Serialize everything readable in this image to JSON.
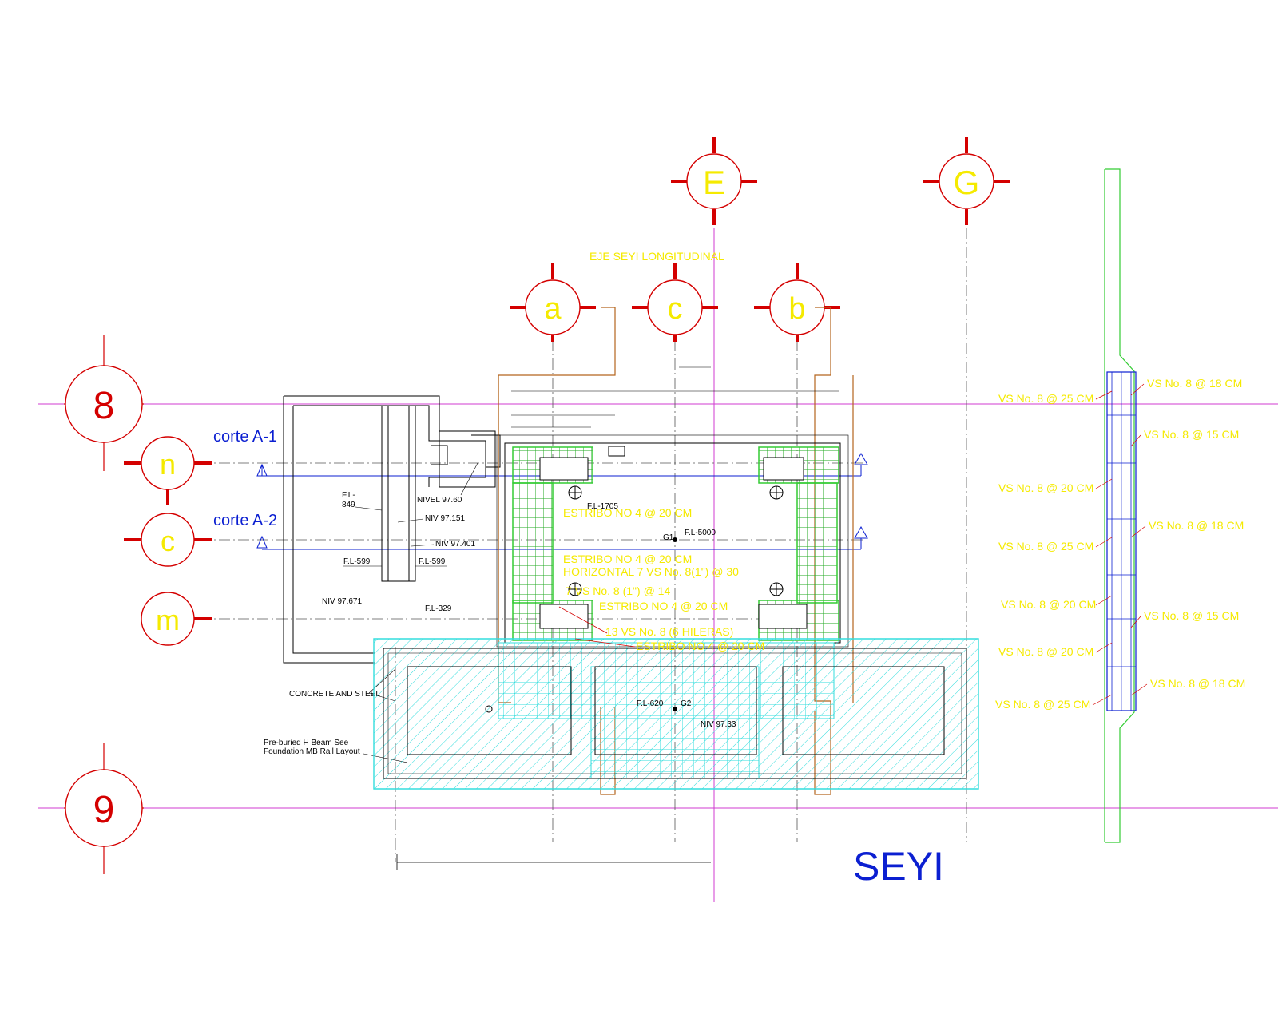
{
  "colors": {
    "grid_line": "#d13bd1",
    "bubble": "#d40000",
    "annotation_yellow": "#f5ea00",
    "section_blue": "#0b1fd1",
    "rebar_green": "#33cc33",
    "hatch_cyan": "#33dddd",
    "brown_outline": "#b5651d",
    "wall_green": "#33cc33"
  },
  "grid": {
    "row_bubbles": {
      "row_8": "8",
      "row_9": "9"
    },
    "col_bubbles": {
      "col_E": "E",
      "col_G": "G"
    },
    "sub_col_bubbles": {
      "a": "a",
      "c": "c",
      "b": "b"
    },
    "sub_row_bubbles": {
      "n": "n",
      "c": "c",
      "m": "m"
    }
  },
  "labels": {
    "axis_title": "EJE SEYI LONGITUDINAL",
    "section_1": "corte A-1",
    "section_2": "corte A-2",
    "drawing_title": "SEYI"
  },
  "pit_left": {
    "fl_849": "F.L-\n849",
    "fl_849_a": "F.L-",
    "fl_849_b": "849",
    "nivel_9760": "NIVEL 97.60",
    "niv_97151": "NIV 97.151",
    "niv_97401": "NIV 97.401",
    "fl_599_left": "F.L-599",
    "fl_599_right": "F.L-599",
    "niv_97671": "NIV 97.671",
    "fl_329": "F.L-329",
    "concrete": "CONCRETE AND STEEL",
    "preburied_1": "Pre-buried H Beam See",
    "preburied_2": "Foundation MB Rail Layout"
  },
  "main_pit": {
    "fl_1705": "F.L-1705",
    "g1": "G1",
    "fl_5000": "F.L-5000",
    "fl_620": "F.L-620",
    "g2": "G2",
    "niv_9733": "NIV 97.33",
    "rebar_notes": [
      "ESTRIBO NO 4 @ 20 CM",
      "ESTRIBO NO 4 @ 20 CM",
      "HORIZONTAL 7 VS No. 8(1\") @ 30",
      "7 VS No. 8 (1\") @ 14",
      "ESTRIBO NO 4 @ 20 CM",
      "13 VS No. 8 (6 HILERAS)",
      "ESTRIBO NO 4 @ 20 CM"
    ]
  },
  "wall_section": {
    "left_notes": [
      "VS No. 8 @ 25 CM",
      "VS No. 8 @ 20 CM",
      "VS No. 8 @ 25 CM",
      "VS No. 8 @ 20 CM",
      "VS No. 8 @ 20 CM",
      "VS No. 8 @ 25 CM"
    ],
    "right_notes": [
      "VS No. 8 @ 18 CM",
      "VS No. 8 @ 15 CM",
      "VS No. 8 @ 18 CM",
      "VS No. 8 @ 15 CM",
      "VS No. 8 @ 18 CM"
    ]
  }
}
